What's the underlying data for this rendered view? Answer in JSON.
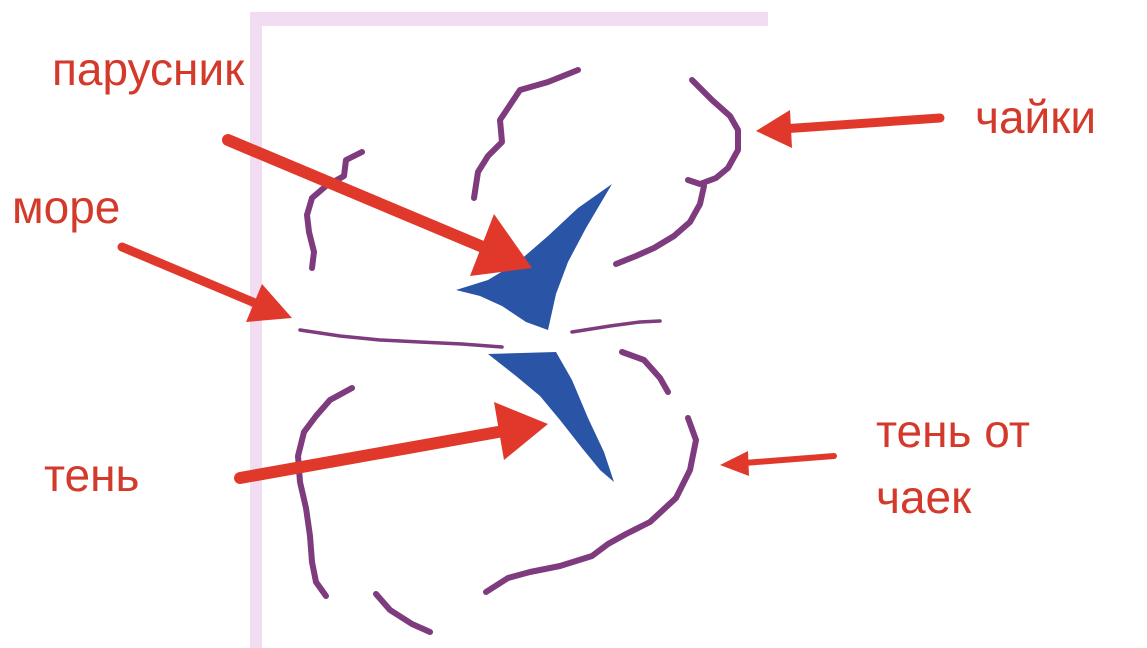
{
  "labels": {
    "sailboat": "парусник",
    "sea": "море",
    "gulls": "чайки",
    "shadow": "тень",
    "gull_shadow_line1": "тень от",
    "gull_shadow_line2": "чаек"
  },
  "colors": {
    "label_text": "#d33a2c",
    "arrow": "#e0392b",
    "sail": "#2a55a6",
    "strokes": "#7e3b7e",
    "frame_tint": "#f1dcf1"
  }
}
